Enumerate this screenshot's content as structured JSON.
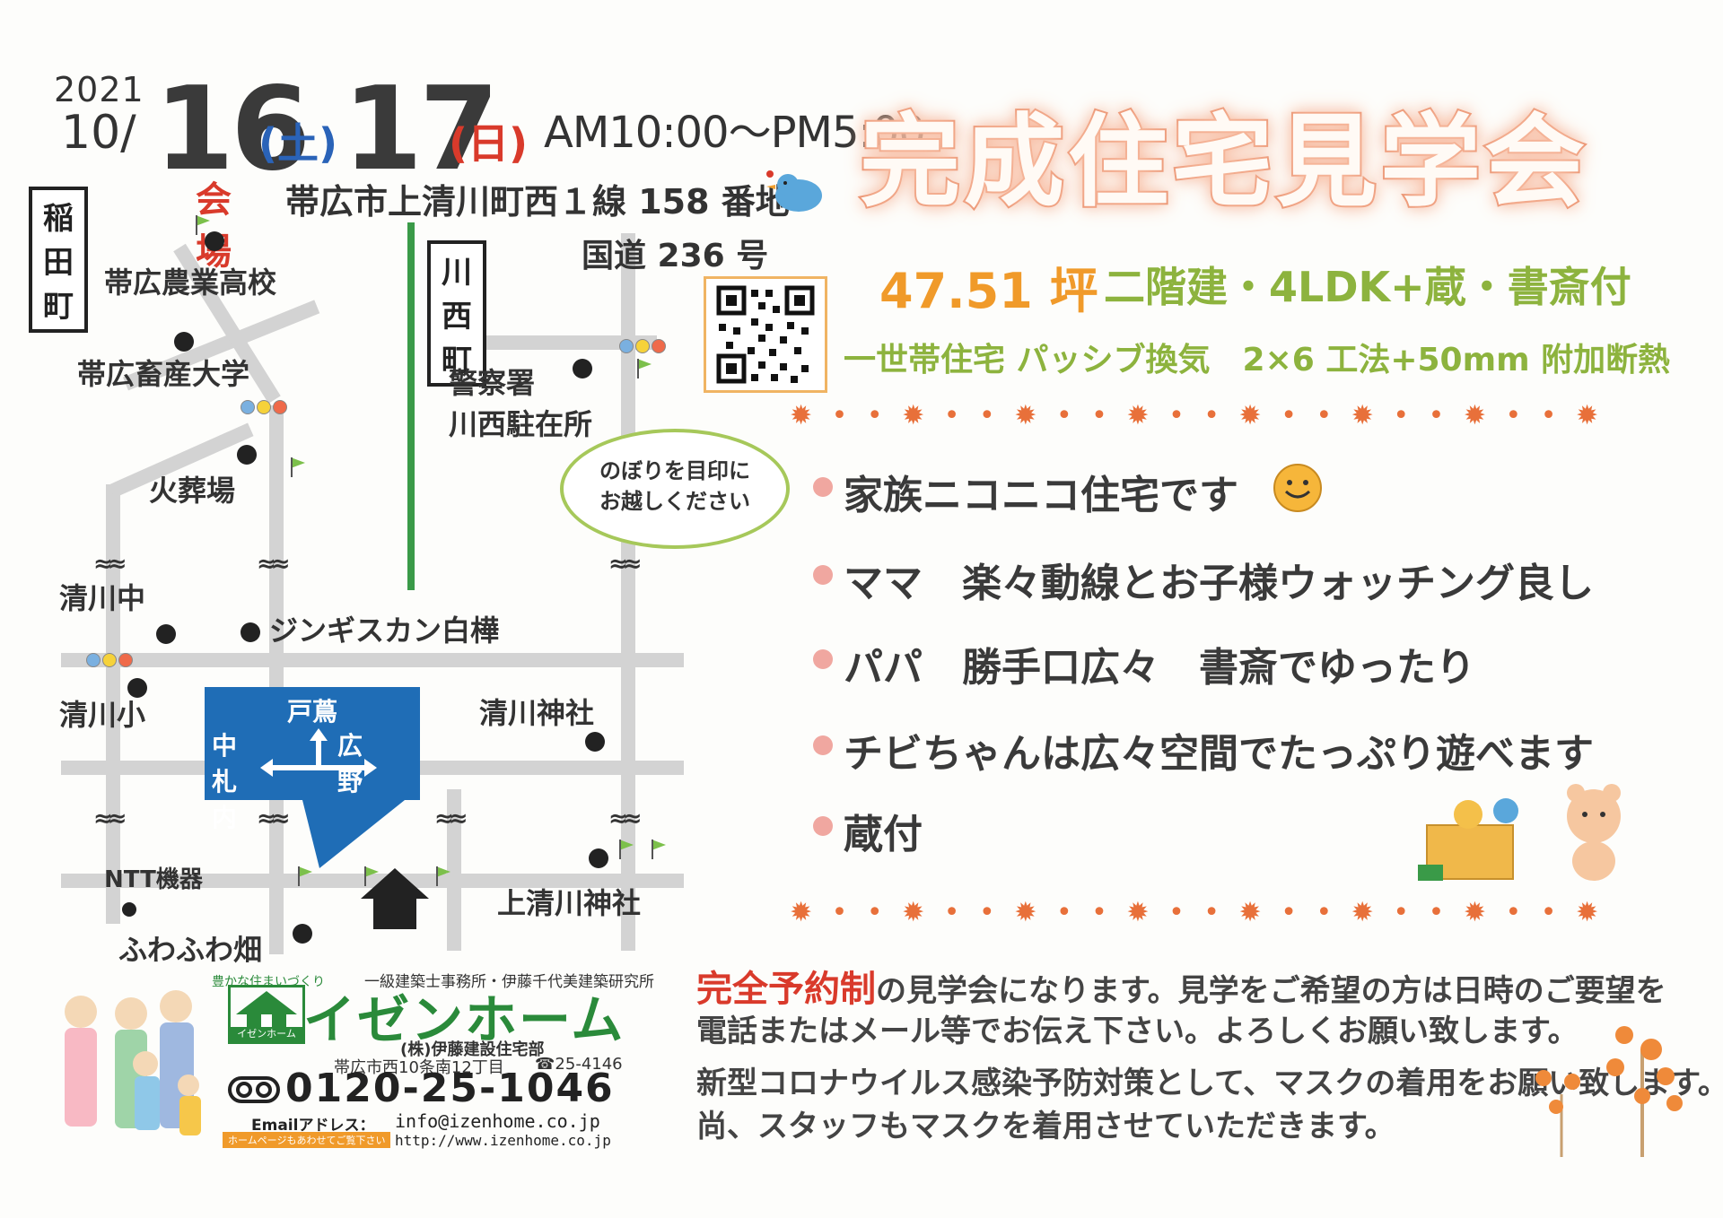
{
  "date": {
    "year": "2021",
    "month": "10/",
    "day1": "16",
    "dow1": "(土)",
    "day2": "17",
    "dow2": "(日)",
    "time": "AM10:00～PM5:00"
  },
  "title": "完成住宅見学会",
  "specs": {
    "area": "47.51 坪",
    "layout": "二階建・4LDK+蔵・書斎付",
    "features": "一世帯住宅 パッシブ換気　2×6 工法+50mm 附加断熱"
  },
  "venue": {
    "label": "会場",
    "address": "帯広市上清川町西１線 158 番地"
  },
  "map": {
    "town_west": "稲田町",
    "town_east": "川西町",
    "route": "国道 236 号",
    "places": {
      "ag_school": "帯広農業高校",
      "univ": "帯広畜産大学",
      "crematorium": "火葬場",
      "police1": "警察署",
      "police2": "川西駐在所",
      "jhs": "清川中",
      "jingis": "ジンギスカン白樺",
      "es": "清川小",
      "shrine": "清川神社",
      "ntt": "NTT機器",
      "fuwafuwa": "ふわふわ畑",
      "kami_shrine": "上清川神社"
    },
    "sign": {
      "top": "戸蔦",
      "left": "中札内",
      "right": "広野"
    },
    "oval_line1": "のぼりを目印に",
    "oval_line2": "お越しください"
  },
  "bullets": [
    "家族ニコニコ住宅です",
    "ママ　楽々動線とお子様ウォッチング良し",
    "パパ　勝手口広々　書斎でゆったり",
    "チビちゃんは広々空間でたっぷり遊べます",
    "蔵付"
  ],
  "notice": {
    "reserve": "完全予約制",
    "line1_rest": "の見学会になります。見学をご希望の方は日時のご要望を",
    "line2": "電話またはメール等でお伝え下さい。よろしくお願い致します。",
    "line3": "新型コロナウイルス感染予防対策として、マスクの着用をお願い致します。",
    "line4": "尚、スタッフもマスクを着用させていただきます。"
  },
  "company": {
    "tagline": "豊かな住まいづくり",
    "subtitle": "一級建築士事務所・伊藤千代美建築研究所",
    "name": "イゼンホーム",
    "logo_text": "イゼンホーム",
    "dept": "(株)伊藤建設住宅部",
    "address": "帯広市西10条南12丁目",
    "tel": "☎25-4146",
    "freedial": "0120-25-1046",
    "email_label": "Emailアドレス：",
    "email": "info@izenhome.co.jp",
    "hp_label": "ホームページもあわせてご覧下さい",
    "url": "http://www.izenhome.co.jp"
  },
  "colors": {
    "title_stroke": "#e88a66",
    "accent_orange": "#f09a2a",
    "accent_green": "#8db33e",
    "red": "#d93a2b",
    "blue": "#2a63b8",
    "sign_blue": "#1f6db6",
    "company_green": "#2a8a3a"
  }
}
